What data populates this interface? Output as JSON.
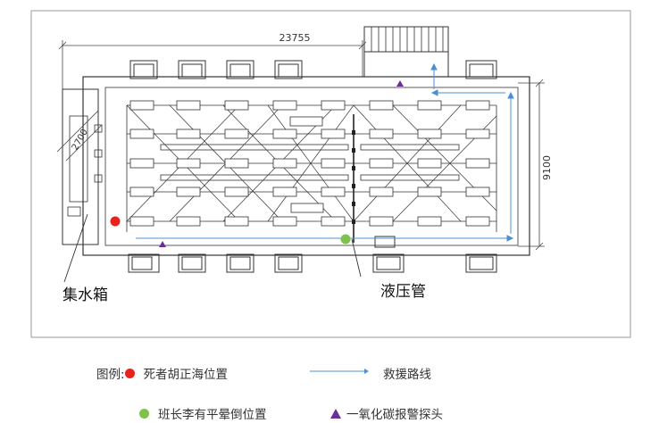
{
  "diagram": {
    "dimension_length": "23755",
    "dimension_width": "9100",
    "dimension_offset": "2700",
    "label_sump": "集水箱",
    "label_hydraulic_pipe": "液压管"
  },
  "legend": {
    "prefix": "图例:",
    "deceased_position": "死者胡正海位置",
    "rescue_route": "救援路线",
    "monitor_position": "班长李有平晕倒位置",
    "co_sensor": "一氧化碳报警探头"
  },
  "colors": {
    "deceased": "#e8231e",
    "monitor": "#7dc24a",
    "sensor": "#6b2f9a",
    "route": "#4a8fd6",
    "line": "#333333"
  }
}
